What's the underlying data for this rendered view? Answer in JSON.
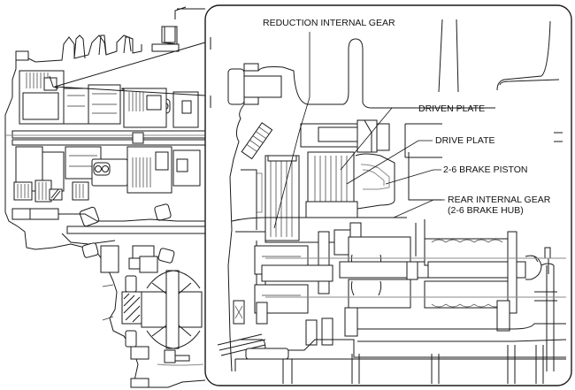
{
  "diagram": {
    "title": "Transmission cross-section with enlarged 2-6 brake detail",
    "overview_view": "full-transaxle-section",
    "detail_view": "2-6-brake-enlarged",
    "callouts": [
      {
        "id": "reduction-internal-gear",
        "text": "REDUCTION INTERNAL GEAR"
      },
      {
        "id": "driven-plate",
        "text": "DRIVEN PLATE"
      },
      {
        "id": "drive-plate",
        "text": "DRIVE PLATE"
      },
      {
        "id": "brake-piston",
        "text": "2-6 BRAKE PISTON"
      },
      {
        "id": "rear-internal-gear",
        "text": "REAR INTERNAL GEAR",
        "subtext": "(2-6 BRAKE HUB)"
      }
    ],
    "colors": {
      "line": "#1a1a1a",
      "secondary_line": "#8a8a8a",
      "background": "#ffffff"
    }
  }
}
